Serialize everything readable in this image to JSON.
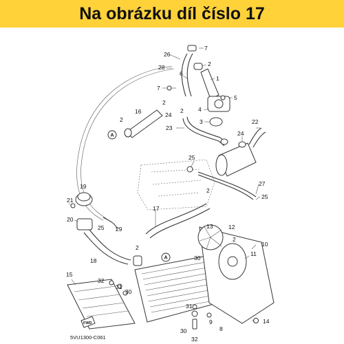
{
  "banner": {
    "text": "Na obrázku díl číslo 17",
    "bg_color": "#ffd23a"
  },
  "diagram_code": "5VU1300-C061",
  "ref_markers": [
    "A",
    "A"
  ],
  "fwd_badge": "FWD",
  "callouts": [
    {
      "id": "c26",
      "num": "26"
    },
    {
      "id": "c7a",
      "num": "7"
    },
    {
      "id": "c28",
      "num": "28"
    },
    {
      "id": "c6",
      "num": "6"
    },
    {
      "id": "c2a",
      "num": "2"
    },
    {
      "id": "c7b",
      "num": "7"
    },
    {
      "id": "c1",
      "num": "1"
    },
    {
      "id": "c2b",
      "num": "2"
    },
    {
      "id": "c5",
      "num": "5"
    },
    {
      "id": "c16",
      "num": "16"
    },
    {
      "id": "c2c",
      "num": "2"
    },
    {
      "id": "c24a",
      "num": "24"
    },
    {
      "id": "c4",
      "num": "4"
    },
    {
      "id": "c3",
      "num": "3"
    },
    {
      "id": "c2d",
      "num": "2"
    },
    {
      "id": "c23",
      "num": "23"
    },
    {
      "id": "c22",
      "num": "22"
    },
    {
      "id": "c24b",
      "num": "24"
    },
    {
      "id": "c25a",
      "num": "25"
    },
    {
      "id": "c19",
      "num": "19"
    },
    {
      "id": "c2e",
      "num": "2"
    },
    {
      "id": "c27",
      "num": "27"
    },
    {
      "id": "c21",
      "num": "21"
    },
    {
      "id": "c20",
      "num": "20"
    },
    {
      "id": "c25b",
      "num": "25"
    },
    {
      "id": "c29",
      "num": "29"
    },
    {
      "id": "c17",
      "num": "17"
    },
    {
      "id": "c25c",
      "num": "25"
    },
    {
      "id": "c13",
      "num": "13"
    },
    {
      "id": "c12",
      "num": "12"
    },
    {
      "id": "c10",
      "num": "10"
    },
    {
      "id": "c2f",
      "num": "2"
    },
    {
      "id": "c11",
      "num": "11"
    },
    {
      "id": "c18",
      "num": "18"
    },
    {
      "id": "c2g",
      "num": "2"
    },
    {
      "id": "c30a",
      "num": "30"
    },
    {
      "id": "c15",
      "num": "15"
    },
    {
      "id": "c31a",
      "num": "31"
    },
    {
      "id": "c32a",
      "num": "32"
    },
    {
      "id": "c30b",
      "num": "30"
    },
    {
      "id": "c14",
      "num": "14"
    },
    {
      "id": "c9",
      "num": "9"
    },
    {
      "id": "c8",
      "num": "8"
    },
    {
      "id": "c31b",
      "num": "31"
    },
    {
      "id": "c30c",
      "num": "30"
    },
    {
      "id": "c32b",
      "num": "32"
    }
  ]
}
